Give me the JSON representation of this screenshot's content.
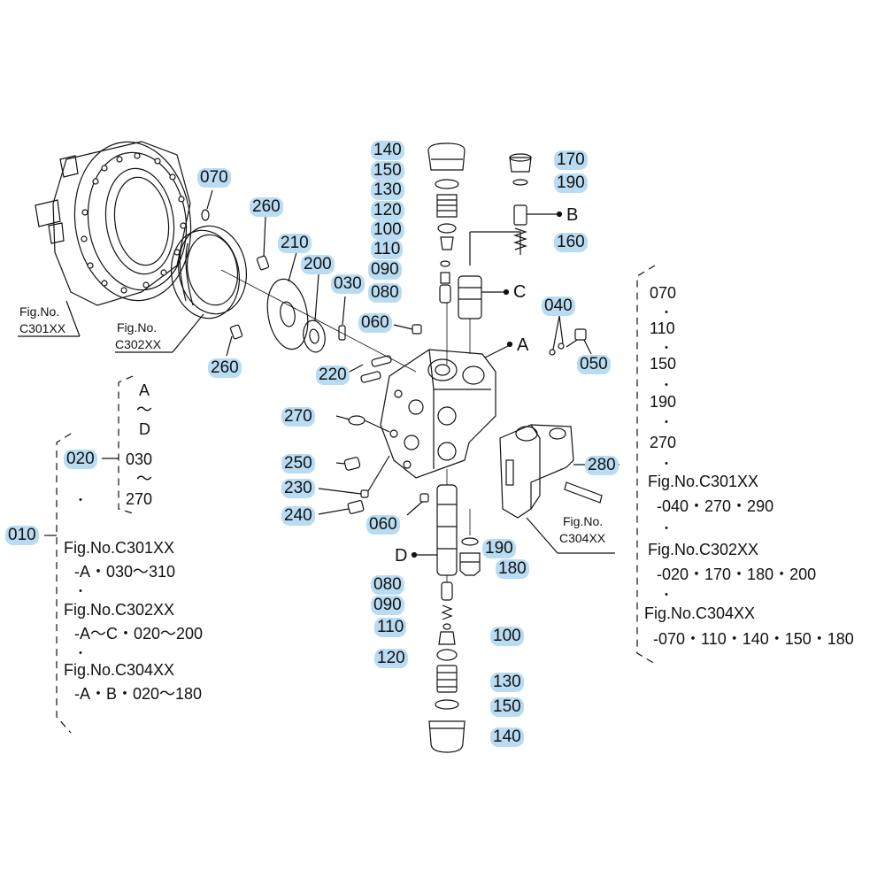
{
  "colors": {
    "callout_bg": "#b9dcf3",
    "line": "#111111"
  },
  "callouts": {
    "c010": "010",
    "c020": "020",
    "c030": "030",
    "c040": "040",
    "c050": "050",
    "c060a": "060",
    "c060b": "060",
    "c070": "070",
    "c080a": "080",
    "c080b": "080",
    "c090a": "090",
    "c090b": "090",
    "c100a": "100",
    "c100b": "100",
    "c110a": "110",
    "c110b": "110",
    "c120a": "120",
    "c120b": "120",
    "c130a": "130",
    "c130b": "130",
    "c140a": "140",
    "c140b": "140",
    "c150a": "150",
    "c150b": "150",
    "c160": "160",
    "c170": "170",
    "c180": "180",
    "c190a": "190",
    "c190b": "190",
    "c200": "200",
    "c210": "210",
    "c220": "220",
    "c230": "230",
    "c240": "240",
    "c250": "250",
    "c260a": "260",
    "c260b": "260",
    "c270": "270",
    "c280": "280"
  },
  "point_labels": {
    "A": "A",
    "B": "B",
    "C": "C",
    "D": "D"
  },
  "fig_labels": {
    "c301_line1": "Fig.No.",
    "c301_line2": "C301XX",
    "c302_line1": "Fig.No.",
    "c302_line2": "C302XX",
    "c304_line1": "Fig.No.",
    "c304_line2": "C304XX"
  },
  "bracket_020": {
    "top": "A",
    "wave1": "～",
    "mid": "D",
    "value": "030",
    "wave2": "～",
    "bottom": "270",
    "dot": "・"
  },
  "list_010": [
    "Fig.No.C301XX",
    "-A・030～310",
    "・",
    "Fig.No.C302XX",
    "-A～C・020～200",
    "・",
    "Fig.No.C304XX",
    "-A・B・020～180"
  ],
  "list_280": [
    "070",
    "・",
    "110",
    "・",
    "150",
    "・",
    "190",
    "・",
    "270",
    "・",
    "Fig.No.C301XX",
    "-040・270・290",
    "・",
    "Fig.No.C302XX",
    "-020・170・180・200",
    "・",
    "Fig.No.C304XX",
    "-070・110・140・150・180"
  ]
}
